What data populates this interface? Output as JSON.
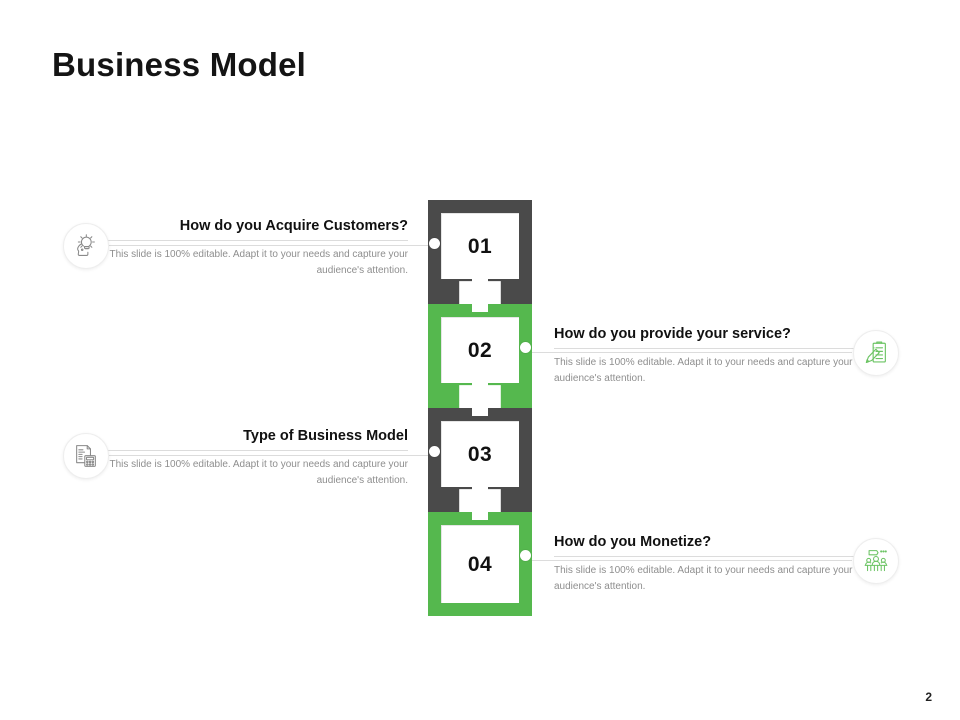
{
  "slide": {
    "title": "Business Model",
    "page_number": "2",
    "colors": {
      "dark": "#4a4a4a",
      "green": "#55b84e",
      "heading": "#111111",
      "body": "#8e8e8e",
      "rule": "#dcdcdc",
      "background": "#ffffff"
    }
  },
  "steps": [
    {
      "number": "01",
      "color": "dark",
      "side": "left",
      "heading": "How do you Acquire Customers?",
      "body": "This slide is 100% editable. Adapt it to your needs and capture your audience's attention.",
      "icon": "head-lightbulb-icon",
      "icon_color": "#8a8a8a"
    },
    {
      "number": "02",
      "color": "green",
      "side": "right",
      "heading": "How do you provide your service?",
      "body": "This slide is 100% editable. Adapt it to your needs and capture your audience's attention.",
      "icon": "checklist-pen-icon",
      "icon_color": "#6cc464"
    },
    {
      "number": "03",
      "color": "dark",
      "side": "left",
      "heading": "Type of Business Model",
      "body": "This slide is 100% editable. Adapt it to your needs and capture your audience's attention.",
      "icon": "invoice-calculator-icon",
      "icon_color": "#8a8a8a"
    },
    {
      "number": "04",
      "color": "green",
      "side": "right",
      "heading": "How do you Monetize?",
      "body": "This slide is 100% editable. Adapt it to your needs and capture your audience's attention.",
      "icon": "team-meeting-icon",
      "icon_color": "#6cc464"
    }
  ]
}
